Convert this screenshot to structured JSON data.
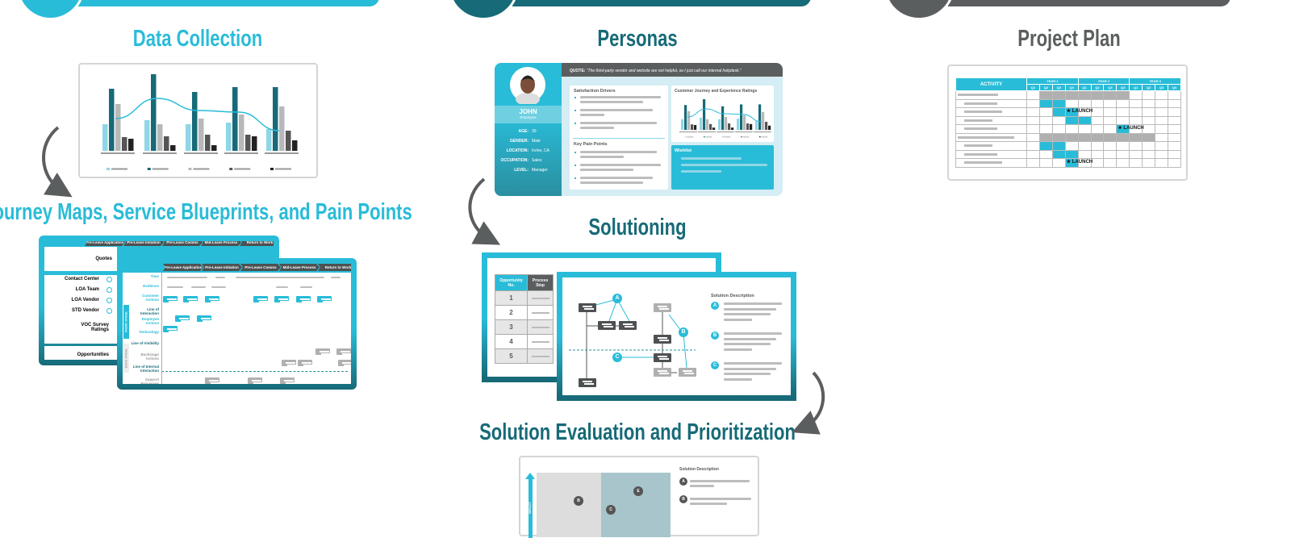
{
  "sections": {
    "data_collection": "Data Collection",
    "journey": "Journey Maps, Service Blueprints, and Pain Points",
    "personas": "Personas",
    "solutioning": "Solutioning",
    "evaluation": "Solution Evaluation and Prioritization",
    "project_plan": "Project Plan"
  },
  "colors": {
    "cyan": "#29bcd8",
    "teal": "#176a78",
    "gray": "#5b5e5f"
  },
  "data_chart": {
    "groups": [
      [
        33,
        77,
        58,
        17,
        15
      ],
      [
        38,
        95,
        33,
        18,
        7
      ],
      [
        33,
        73,
        40,
        20,
        7
      ],
      [
        35,
        79,
        45,
        20,
        18
      ],
      [
        27,
        79,
        55,
        25,
        13
      ]
    ],
    "series_colors": [
      "#8fd6e6",
      "#176a78",
      "#b8b8b8",
      "#555555",
      "#222222"
    ],
    "trend": [
      40,
      65,
      50,
      48,
      25
    ]
  },
  "journey": {
    "stages": [
      "Pre-Leave Application",
      "Pre-Leave Initiation",
      "Pre-Leave Comms",
      "Mid-Leave Process",
      "Return to Work"
    ],
    "back_rows": [
      "Quotes",
      "Contact Center",
      "LOA Team",
      "LOA Vendor",
      "STD Vendor",
      "VOC Survey Ratings",
      "Opportunities"
    ],
    "front_rows": [
      "Time",
      "Evidence",
      "Customer Actions",
      "Line of Interaction",
      "Employee Actions",
      "Technology",
      "Line of Visibility",
      "Backstage Actions",
      "Line of Internal Interaction",
      "Support Processes"
    ],
    "side_labels": [
      "FRONT STAGE",
      "BACK STAGE"
    ]
  },
  "persona": {
    "quote_label": "QUOTE:",
    "quote": "“The third-party vendor and website are not helpful, so I just call our internal helpdesk.”",
    "name": "JOHN",
    "role": "Employee",
    "attributes": [
      {
        "label": "AGE:",
        "value": "30"
      },
      {
        "label": "GENDER:",
        "value": "Male"
      },
      {
        "label": "LOCATION:",
        "value": "Irvine, CA"
      },
      {
        "label": "OCCUPATION:",
        "value": "Sales"
      },
      {
        "label": "LEVEL:",
        "value": "Manager"
      }
    ],
    "satisfaction": "Satisfaction Drivers",
    "pain": "Key Pain Points",
    "ratings": "Customer Journey and Experience Ratings",
    "wishlist": "Wishlist"
  },
  "solutioning": {
    "headers": [
      "Opportunity No.",
      "Process Step"
    ],
    "rows": [
      "1",
      "2",
      "3",
      "4",
      "5"
    ],
    "description_title": "Solution Description",
    "markers": [
      "A",
      "B",
      "C"
    ]
  },
  "evaluation": {
    "description_title": "Solution Description",
    "markers": [
      "A",
      "B"
    ],
    "points": [
      "B",
      "E",
      "C"
    ],
    "axis_label": "IMPACT"
  },
  "project_plan": {
    "activity": "ACTIVITY",
    "years": [
      "YEAR 1",
      "YEAR 2",
      "YEAR 3"
    ],
    "quarters": [
      "Q1",
      "Q2",
      "Q3",
      "Q4",
      "Q1",
      "Q2",
      "Q3",
      "Q4",
      "Q1",
      "Q2",
      "Q3",
      "Q4"
    ],
    "milestone": "LAUNCH",
    "rows": [
      {
        "type": "group",
        "span": [
          1,
          7
        ]
      },
      {
        "type": "task",
        "span": [
          1,
          2
        ]
      },
      {
        "type": "task",
        "span": [
          2,
          2
        ],
        "launch": 3
      },
      {
        "type": "task",
        "span": [
          3,
          4
        ]
      },
      {
        "type": "task",
        "span": null,
        "launch": 7
      },
      {
        "type": "group",
        "span": [
          1,
          9
        ]
      },
      {
        "type": "task",
        "span": [
          1,
          2
        ]
      },
      {
        "type": "task",
        "span": [
          2,
          3
        ]
      },
      {
        "type": "task",
        "span": null,
        "launch": 3
      }
    ]
  }
}
